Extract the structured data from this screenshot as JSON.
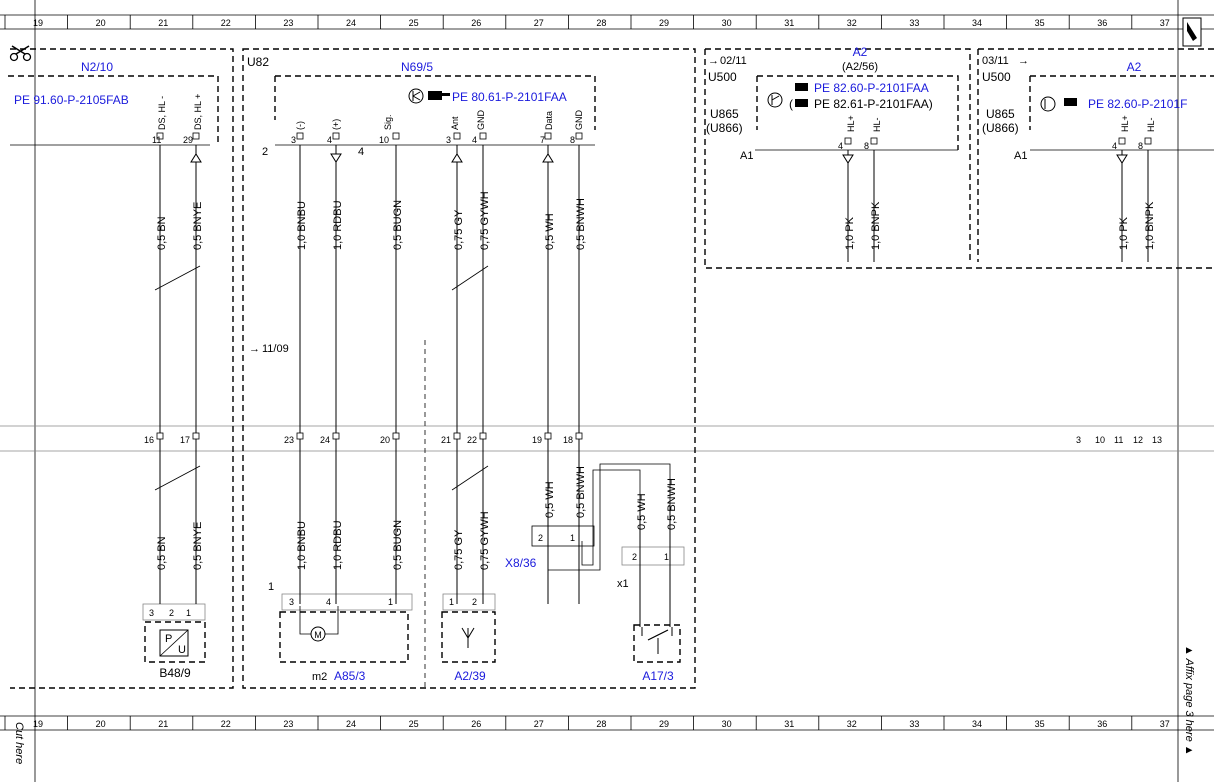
{
  "grid_columns": [
    "19",
    "20",
    "21",
    "22",
    "23",
    "24",
    "25",
    "26",
    "27",
    "28",
    "29",
    "30",
    "31",
    "32",
    "33",
    "34",
    "35",
    "36",
    "37"
  ],
  "components": {
    "n2_10": {
      "label": "N2/10",
      "ref": "PE 91.60-P-2105FAB"
    },
    "u82": {
      "label": "U82"
    },
    "n69_5": {
      "label": "N69/5",
      "ref": "PE 80.61-P-2101FAA"
    },
    "a2_left": {
      "label": "A2",
      "sub": "(A2/56)",
      "ref1": "PE 82.60-P-2101FAA",
      "ref2": "(",
      "ref2b": "PE 82.61-P-2101FAA)",
      "page": "02/11",
      "u500": "U500",
      "u865": "U865",
      "u866": "(U866)",
      "a1": "A1"
    },
    "a2_right": {
      "label": "A2",
      "ref": "PE 82.60-P-2101F",
      "page": "03/11",
      "u500": "U500",
      "u865": "U865",
      "u866": "(U866)",
      "a1": "A1"
    },
    "b48_9": {
      "label": "B48/9",
      "p": "P",
      "u": "U"
    },
    "a85_3": {
      "label": "A85/3",
      "m2": "m2",
      "m": "M",
      "one": "1"
    },
    "a2_39": {
      "label": "A2/39"
    },
    "x8_36": {
      "label": "X8/36"
    },
    "a17_3": {
      "label": "A17/3",
      "x1": "x1"
    },
    "ref_11_09": "11/09",
    "arrow_right": "→"
  },
  "pins_top": {
    "n2_10": [
      "DS, HL -",
      "DS, HL +"
    ],
    "n69_5": [
      "(-)",
      "(+)",
      "Sig.",
      "Ant",
      "GND",
      "Data",
      "GND"
    ],
    "a2": [
      "HL+",
      "HL-"
    ]
  },
  "pin_numbers": {
    "n2_10": [
      "11",
      "29"
    ],
    "n69_5": [
      "3",
      "4",
      "10",
      "3",
      "4",
      "7",
      "8"
    ],
    "n69_5_side": [
      "2",
      "4"
    ],
    "a2": [
      "4",
      "8"
    ],
    "mid": [
      "16",
      "17",
      "23",
      "24",
      "20",
      "21",
      "22",
      "19",
      "18"
    ],
    "b48_9": [
      "3",
      "2",
      "1"
    ],
    "a85_3": [
      "3",
      "4",
      "1"
    ],
    "a2_39": [
      "1",
      "2"
    ],
    "x8_36": [
      "2",
      "1"
    ],
    "a17_3": [
      "2",
      "1"
    ],
    "right_cluster": [
      "3",
      "10",
      "11",
      "12",
      "13"
    ]
  },
  "wires_upper": [
    "0,5 BN",
    "0,5 BNYE",
    "1,0 BNBU",
    "1,0 RDBU",
    "0,5 BUGN",
    "0,75 GY",
    "0,75 GYWH",
    "0,5 WH",
    "0,5 BNWH"
  ],
  "wires_a2": [
    "1,0 PK",
    "1,0 BNPK"
  ],
  "wires_lower": [
    "0,5 BN",
    "0,5 BNYE",
    "1,0 BNBU",
    "1,0 RDBU",
    "0,5 BUGN",
    "0,75 GY",
    "0,75 GYWH",
    "0,5 WH",
    "0,5 BNWH"
  ],
  "wires_a17": [
    "0,5 WH",
    "0,5 BNWH"
  ],
  "side_text": {
    "cut_here": "Cut here",
    "affix": "▲ Affix page 3 here ▲"
  }
}
